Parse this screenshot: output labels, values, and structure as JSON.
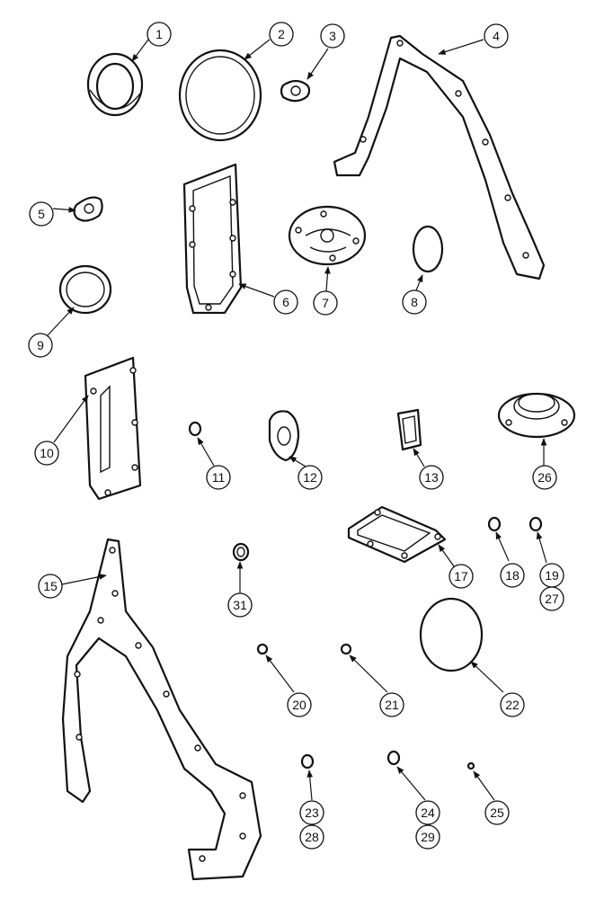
{
  "callouts": {
    "c1": "1",
    "c2": "2",
    "c3": "3",
    "c4": "4",
    "c5": "5",
    "c6": "6",
    "c7": "7",
    "c8": "8",
    "c9": "9",
    "c10": "10",
    "c11": "11",
    "c12": "12",
    "c13": "13",
    "c26": "26",
    "c15": "15",
    "c31": "31",
    "c17": "17",
    "c18": "18",
    "c19": "19",
    "c27": "27",
    "c20": "20",
    "c21": "21",
    "c22": "22",
    "c23": "23",
    "c28": "28",
    "c24": "24",
    "c29": "29",
    "c25": "25"
  }
}
